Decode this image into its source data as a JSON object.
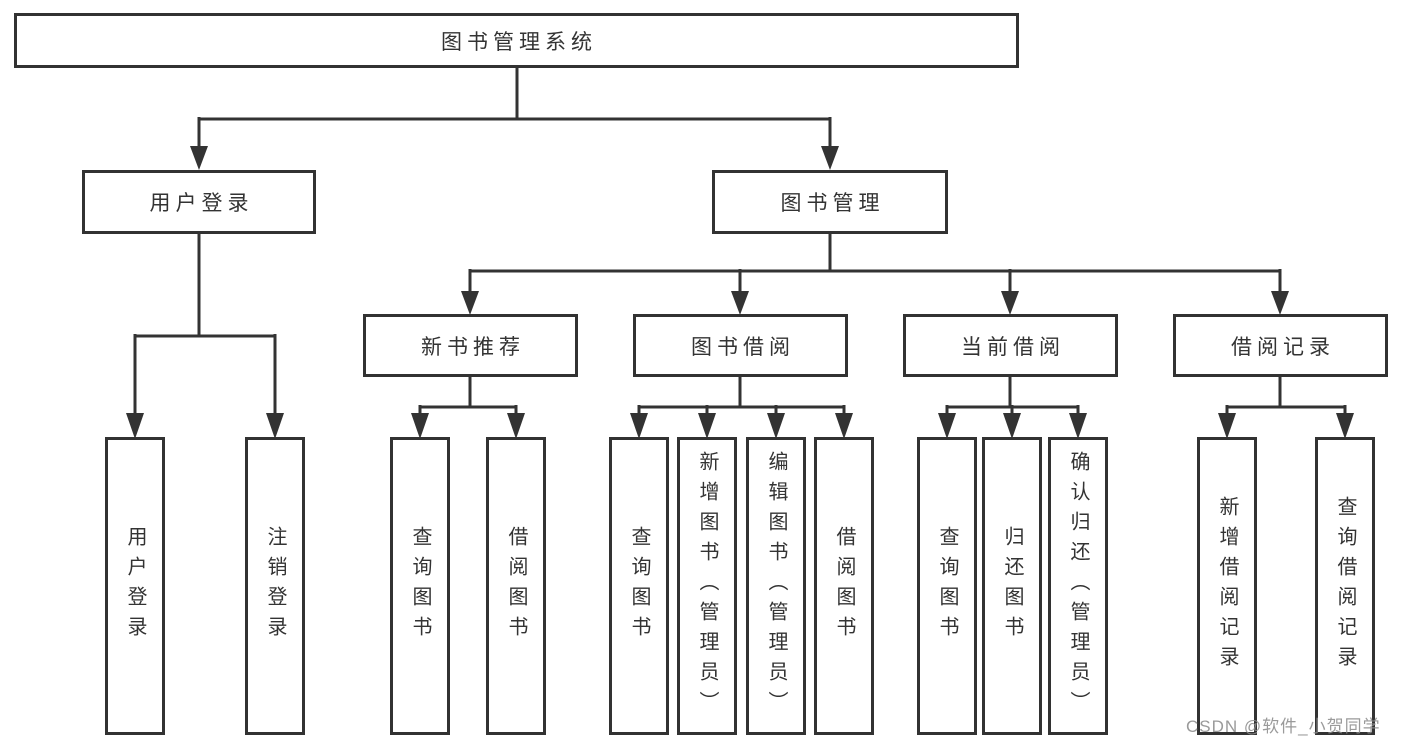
{
  "diagram": {
    "type": "tree",
    "title": "图书管理系统",
    "tree": {
      "label": "图书管理系统",
      "children": [
        {
          "label": "用户登录",
          "children": [
            {
              "label": "用户登录"
            },
            {
              "label": "注销登录"
            }
          ]
        },
        {
          "label": "图书管理",
          "children": [
            {
              "label": "新书推荐",
              "children": [
                {
                  "label": "查询图书"
                },
                {
                  "label": "借阅图书"
                }
              ]
            },
            {
              "label": "图书借阅",
              "children": [
                {
                  "label": "查询图书"
                },
                {
                  "label": "新增图书（管理员）"
                },
                {
                  "label": "编辑图书（管理员）"
                },
                {
                  "label": "借阅图书"
                }
              ]
            },
            {
              "label": "当前借阅",
              "children": [
                {
                  "label": "查询图书"
                },
                {
                  "label": "归还图书"
                },
                {
                  "label": "确认归还（管理员）"
                }
              ]
            },
            {
              "label": "借阅记录",
              "children": [
                {
                  "label": "新增借阅记录"
                },
                {
                  "label": "查询借阅记录"
                }
              ]
            }
          ]
        }
      ]
    },
    "colors": {
      "line": "#333333",
      "box_border": "#323232",
      "box_background": "#ffffff",
      "text": "#333333",
      "watermark": "#8c8c8c"
    }
  },
  "watermark": {
    "text": "CSDN @软件_小贺同学"
  }
}
